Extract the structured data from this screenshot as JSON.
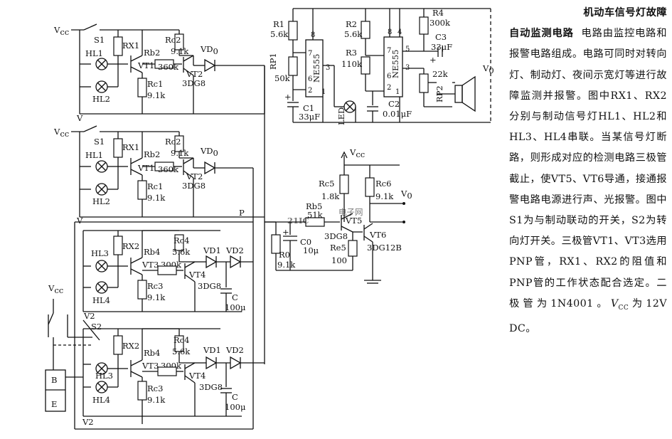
{
  "title_line1": "机动车信号灯故障",
  "title_line2": "自动监测电路",
  "body": "电路由监控电路和报警电路组成。电路可同时对转向灯、制动灯、夜间示宽灯等进行故障监测并报警。图中RX1、RX2分别与制动信号灯HL1、HL2和HL3、HL4串联。当某信号灯断路，则形成对应的检测电路三极管截止，使VT5、VT6导通，接通报警电路电源进行声、光报警。图中S1为与制动联动的开关，S2为转向灯开关。三极管VT1、VT3选用PNP管，RX1、RX2的阻值和PNP管的工作状态配合选定。二极管为1N4001。",
  "body_vcc_sentence": "V",
  "body_vcc_sub": "CC",
  "body_vcc_tail": "为12V DC。",
  "watermark_main": "21IC",
  "watermark_sub": "电子网",
  "labels": {
    "vcc": "V",
    "vcc_sub": "cc",
    "v0": "V",
    "v0_sub": "0",
    "s1": "S1",
    "s2": "S2",
    "hl1": "HL1",
    "hl2": "HL2",
    "hl3": "HL3",
    "hl4": "HL4",
    "rx1": "RX1",
    "rx2": "RX2",
    "rb2": "Rb2",
    "rb4": "Rb4",
    "vt1": "VT1",
    "vt2": "VT2",
    "vt3": "VT3",
    "vt4": "VT4",
    "vt5": "VT5",
    "vt6": "VT6",
    "r360k": "360k",
    "r300k": "300k",
    "rc1": "Rc1",
    "rc2": "Rc2",
    "rc3": "Rc3",
    "rc4": "Rc4",
    "r91k": "9.1k",
    "r56k": "5.6k",
    "vd0": "VD",
    "vd0_sub": "0",
    "vd1": "VD1",
    "vd2": "VD2",
    "t3dg8": "3DG8",
    "c": "C",
    "c100u": "100μ",
    "v": "V",
    "v2": "V2",
    "p": "P",
    "b": "B",
    "e": "E",
    "r1": "R1",
    "r2": "R2",
    "r3": "R3",
    "r4": "R4",
    "r1v": "5.6k",
    "r2v": "5.6k",
    "r3v": "110k",
    "r4v": "300k",
    "rp1": "RP1",
    "rp1v": "50k",
    "rp2": "RP2",
    "rp2v": "22k",
    "c1": "C1",
    "c1v": "33μF",
    "c2": "C2",
    "c2v": "0.01μF",
    "c3": "C3",
    "c3v": "33μF",
    "ne555": "NE555",
    "led": "LED",
    "pin8": "8",
    "pin7": "7",
    "pin6": "6",
    "pin2": "2",
    "pin1": "1",
    "pin3": "3",
    "pin4": "4",
    "pin5": "5",
    "rc5": "Rc5",
    "rc5v": "1.8k",
    "rc6": "Rc6",
    "rc6v": "9.1k",
    "rb5": "Rb5",
    "rb5v": "51k",
    "c0": "C0",
    "c0v": "10μ",
    "r0": "R0",
    "r0v": "9.1k",
    "re5": "Re5",
    "re5v": "100",
    "t3dg12b": "3DG12B"
  }
}
